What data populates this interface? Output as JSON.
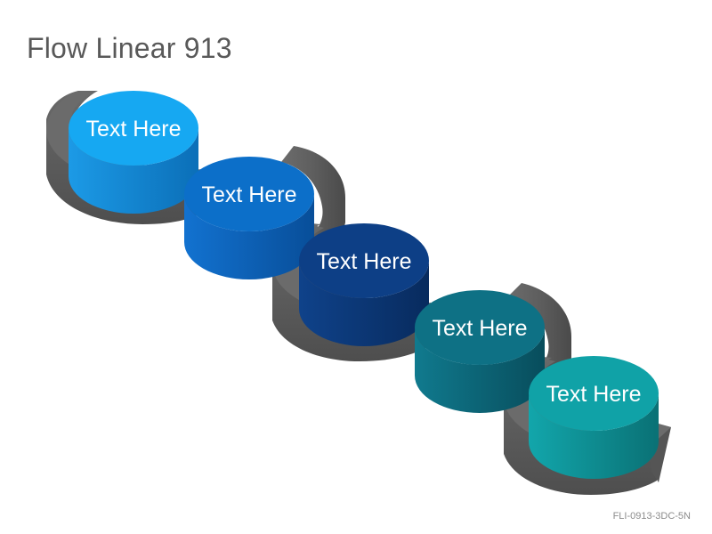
{
  "title": "Flow Linear 913",
  "footer_code": "FLI-0913-3DC-5N",
  "colors": {
    "track_top": "#6e6e6e",
    "track_side": "#5a5a5a",
    "track_dark": "#474747"
  },
  "steps": [
    {
      "label": "Text Here",
      "top": "#16a8f2",
      "side_light": "#1c9ae6",
      "side_dark": "#0b6fb8"
    },
    {
      "label": "Text Here",
      "top": "#0c6fc9",
      "side_light": "#1272d0",
      "side_dark": "#084e99"
    },
    {
      "label": "Text Here",
      "top": "#0d3f86",
      "side_light": "#0f428a",
      "side_dark": "#082b5e"
    },
    {
      "label": "Text Here",
      "top": "#0e7185",
      "side_light": "#107a8e",
      "side_dark": "#084d5c"
    },
    {
      "label": "Text Here",
      "top": "#10a2a7",
      "side_light": "#12a6ab",
      "side_dark": "#0a7175"
    }
  ]
}
